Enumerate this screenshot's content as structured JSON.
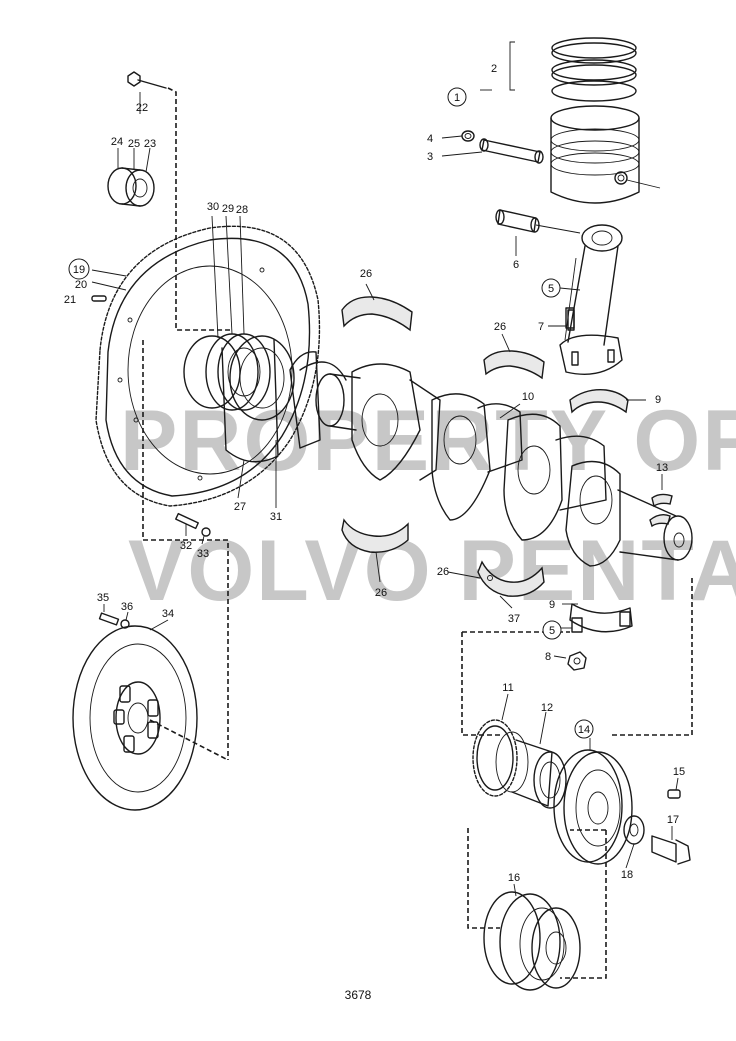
{
  "watermark": {
    "line1": "PROPERTY OF",
    "line2": "VOLVO PENTA"
  },
  "figure_number": "3678",
  "callouts": [
    {
      "id": "c1",
      "text": "1",
      "circled": true
    },
    {
      "id": "c2",
      "text": "2",
      "circled": false
    },
    {
      "id": "c3",
      "text": "3",
      "circled": false
    },
    {
      "id": "c4",
      "text": "4",
      "circled": false
    },
    {
      "id": "c5a",
      "text": "5",
      "circled": true
    },
    {
      "id": "c5b",
      "text": "5",
      "circled": true
    },
    {
      "id": "c6",
      "text": "6",
      "circled": false
    },
    {
      "id": "c7",
      "text": "7",
      "circled": false
    },
    {
      "id": "c8",
      "text": "8",
      "circled": false
    },
    {
      "id": "c9a",
      "text": "9",
      "circled": false
    },
    {
      "id": "c9b",
      "text": "9",
      "circled": false
    },
    {
      "id": "c10",
      "text": "10",
      "circled": false
    },
    {
      "id": "c11",
      "text": "11",
      "circled": false
    },
    {
      "id": "c12",
      "text": "12",
      "circled": false
    },
    {
      "id": "c13",
      "text": "13",
      "circled": false
    },
    {
      "id": "c14",
      "text": "14",
      "circled": true
    },
    {
      "id": "c15",
      "text": "15",
      "circled": false
    },
    {
      "id": "c16",
      "text": "16",
      "circled": false
    },
    {
      "id": "c17",
      "text": "17",
      "circled": false
    },
    {
      "id": "c18",
      "text": "18",
      "circled": false
    },
    {
      "id": "c19",
      "text": "19",
      "circled": true
    },
    {
      "id": "c20",
      "text": "20",
      "circled": false
    },
    {
      "id": "c21",
      "text": "21",
      "circled": false
    },
    {
      "id": "c22",
      "text": "22",
      "circled": false
    },
    {
      "id": "c23",
      "text": "23",
      "circled": false
    },
    {
      "id": "c24",
      "text": "24",
      "circled": false
    },
    {
      "id": "c25",
      "text": "25",
      "circled": false
    },
    {
      "id": "c26a",
      "text": "26",
      "circled": false
    },
    {
      "id": "c26b",
      "text": "26",
      "circled": false
    },
    {
      "id": "c26c",
      "text": "26",
      "circled": false
    },
    {
      "id": "c26d",
      "text": "26",
      "circled": false
    },
    {
      "id": "c27",
      "text": "27",
      "circled": false
    },
    {
      "id": "c28",
      "text": "28",
      "circled": false
    },
    {
      "id": "c29",
      "text": "29",
      "circled": false
    },
    {
      "id": "c30",
      "text": "30",
      "circled": false
    },
    {
      "id": "c31",
      "text": "31",
      "circled": false
    },
    {
      "id": "c32",
      "text": "32",
      "circled": false
    },
    {
      "id": "c33",
      "text": "33",
      "circled": false
    },
    {
      "id": "c34",
      "text": "34",
      "circled": false
    },
    {
      "id": "c35",
      "text": "35",
      "circled": false
    },
    {
      "id": "c36",
      "text": "36",
      "circled": false
    },
    {
      "id": "c37",
      "text": "37",
      "circled": false
    }
  ]
}
